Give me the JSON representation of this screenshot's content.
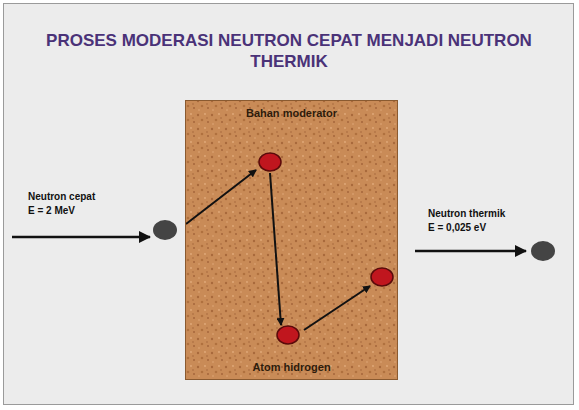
{
  "diagram": {
    "title": "PROSES MODERASI NEUTRON CEPAT MENJADI NEUTRON THERMIK",
    "nodes": [
      {
        "text": [
          "Bahan moderator",
          "Atom hidrogen"
        ]
      }
    ],
    "labels": [
      "Neutron cepat",
      "E = 2 MeV",
      "Neutron thermik",
      "E = 0,025 eV"
    ]
  }
}
